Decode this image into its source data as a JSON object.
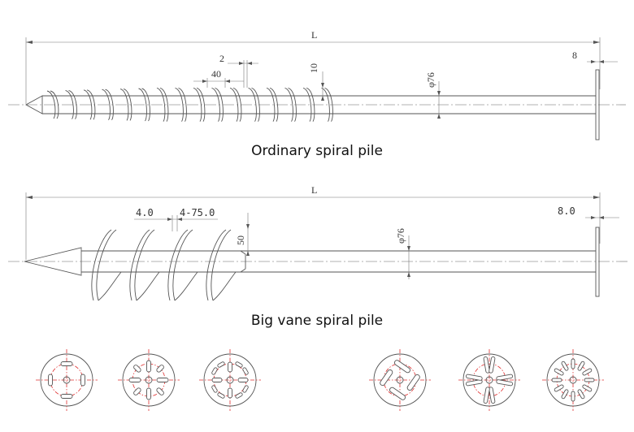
{
  "captions": {
    "ordinary": "Ordinary spiral pile",
    "big_vane": "Big vane spiral pile"
  },
  "pile1": {
    "length_label": "L",
    "dim_pitch": "40",
    "dim_thickness": "2",
    "dim_blade": "10",
    "dim_diameter": "φ76",
    "dim_plate": "8"
  },
  "pile2": {
    "length_label": "L",
    "dim_a": "4.0",
    "dim_b": "4-75.0",
    "dim_blade": "50",
    "dim_diameter": "φ76",
    "dim_plate": "8.0"
  },
  "flanges": [
    {
      "style": "ring-slots"
    },
    {
      "style": "cross-slots"
    },
    {
      "style": "ring-slots-dense"
    },
    {
      "style": "tangential-slots"
    },
    {
      "style": "double-cross-slots"
    },
    {
      "style": "radial-slots"
    }
  ]
}
